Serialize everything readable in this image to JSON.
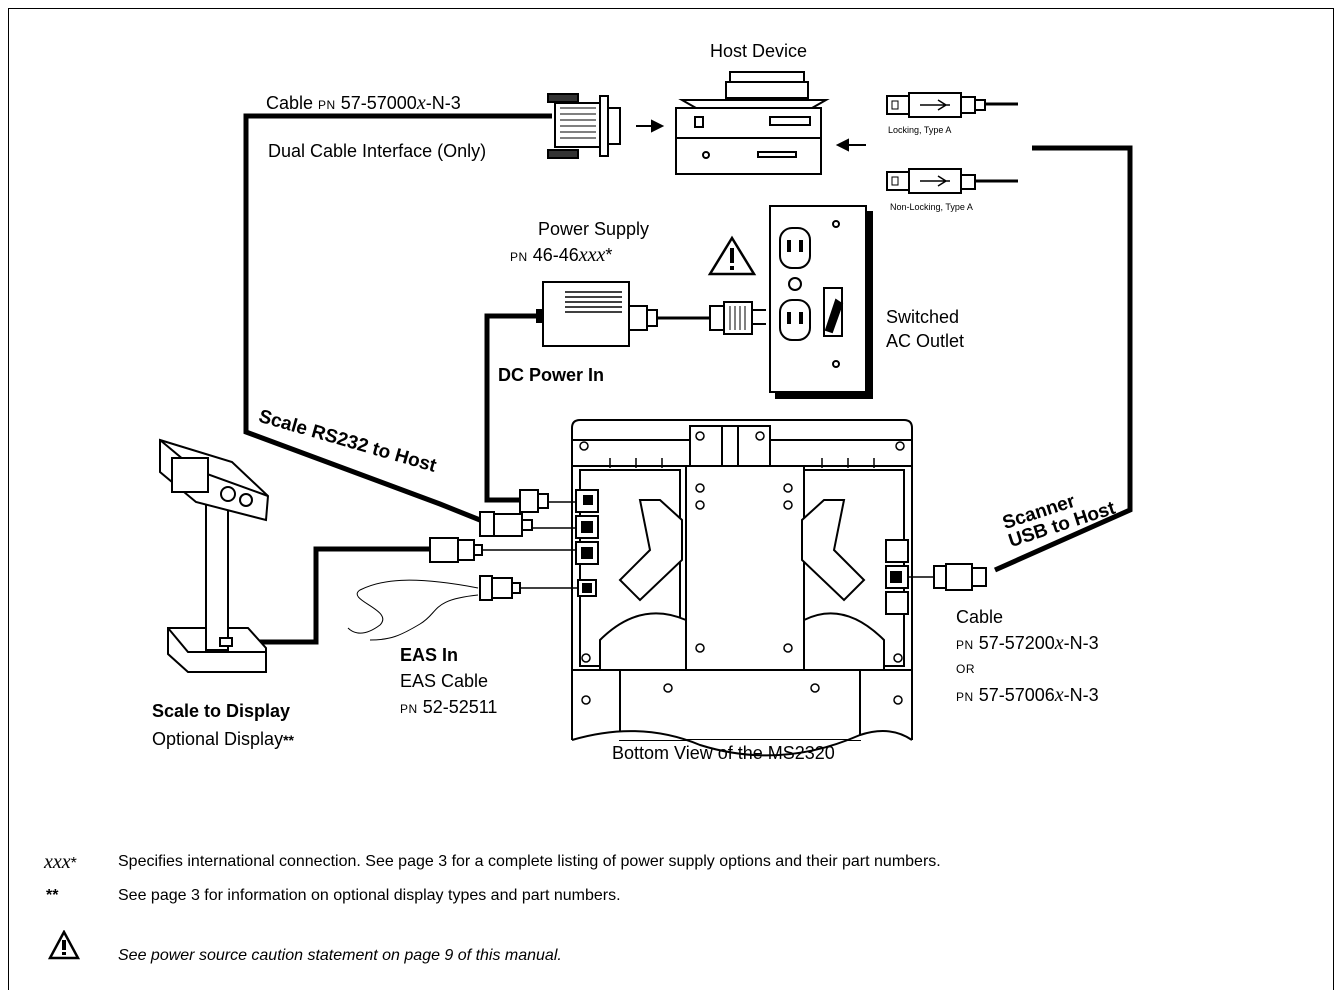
{
  "labels": {
    "host_device": "Host Device",
    "cable_pn_prefix": "Cable",
    "cable_pn_tag": "PN",
    "cable_pn_a": "57-57000",
    "cable_pn_var": "x",
    "cable_pn_b": "-N-3",
    "dual_cable": "Dual Cable Interface (Only)",
    "locking_usb": "Locking, Type A",
    "non_locking_usb": "Non-Locking, Type A",
    "power_supply": "Power Supply",
    "ps_pn_tag": "PN",
    "ps_pn_a": "46-46",
    "ps_pn_var": "xxx",
    "ps_pn_star": "*",
    "switched": "Switched",
    "ac_outlet": "AC Outlet",
    "dc_power_in": "DC Power In",
    "scale_rs232": "Scale RS232 to Host",
    "scanner": "Scanner",
    "usb_to_host": "USB to Host",
    "cable": "Cable",
    "cable2_tag": "PN",
    "cable2_a": "57-57200",
    "cable2_var": "x",
    "cable2_b": "-N-3",
    "or": "OR",
    "cable3_tag": "PN",
    "cable3_a": "57-57006",
    "cable3_var": "x",
    "cable3_b": "-N-3",
    "eas_in": "EAS In",
    "eas_cable": "EAS Cable",
    "eas_pn_tag": "PN",
    "eas_pn": "52-52511",
    "scale_to_display": "Scale to Display",
    "optional_display": "Optional Display",
    "optional_display_mark": "**",
    "bottom_view": "Bottom View of the MS2320"
  },
  "notes": [
    {
      "mark": "xxx",
      "mark_star": "*",
      "text": "Specifies international connection.  See page 3 for a complete listing of power supply options and their part numbers."
    },
    {
      "mark": "**",
      "text": "See page 3 for information on optional display types and part numbers."
    },
    {
      "mark": "",
      "text": "See power source caution statement on page 9 of this manual."
    }
  ]
}
